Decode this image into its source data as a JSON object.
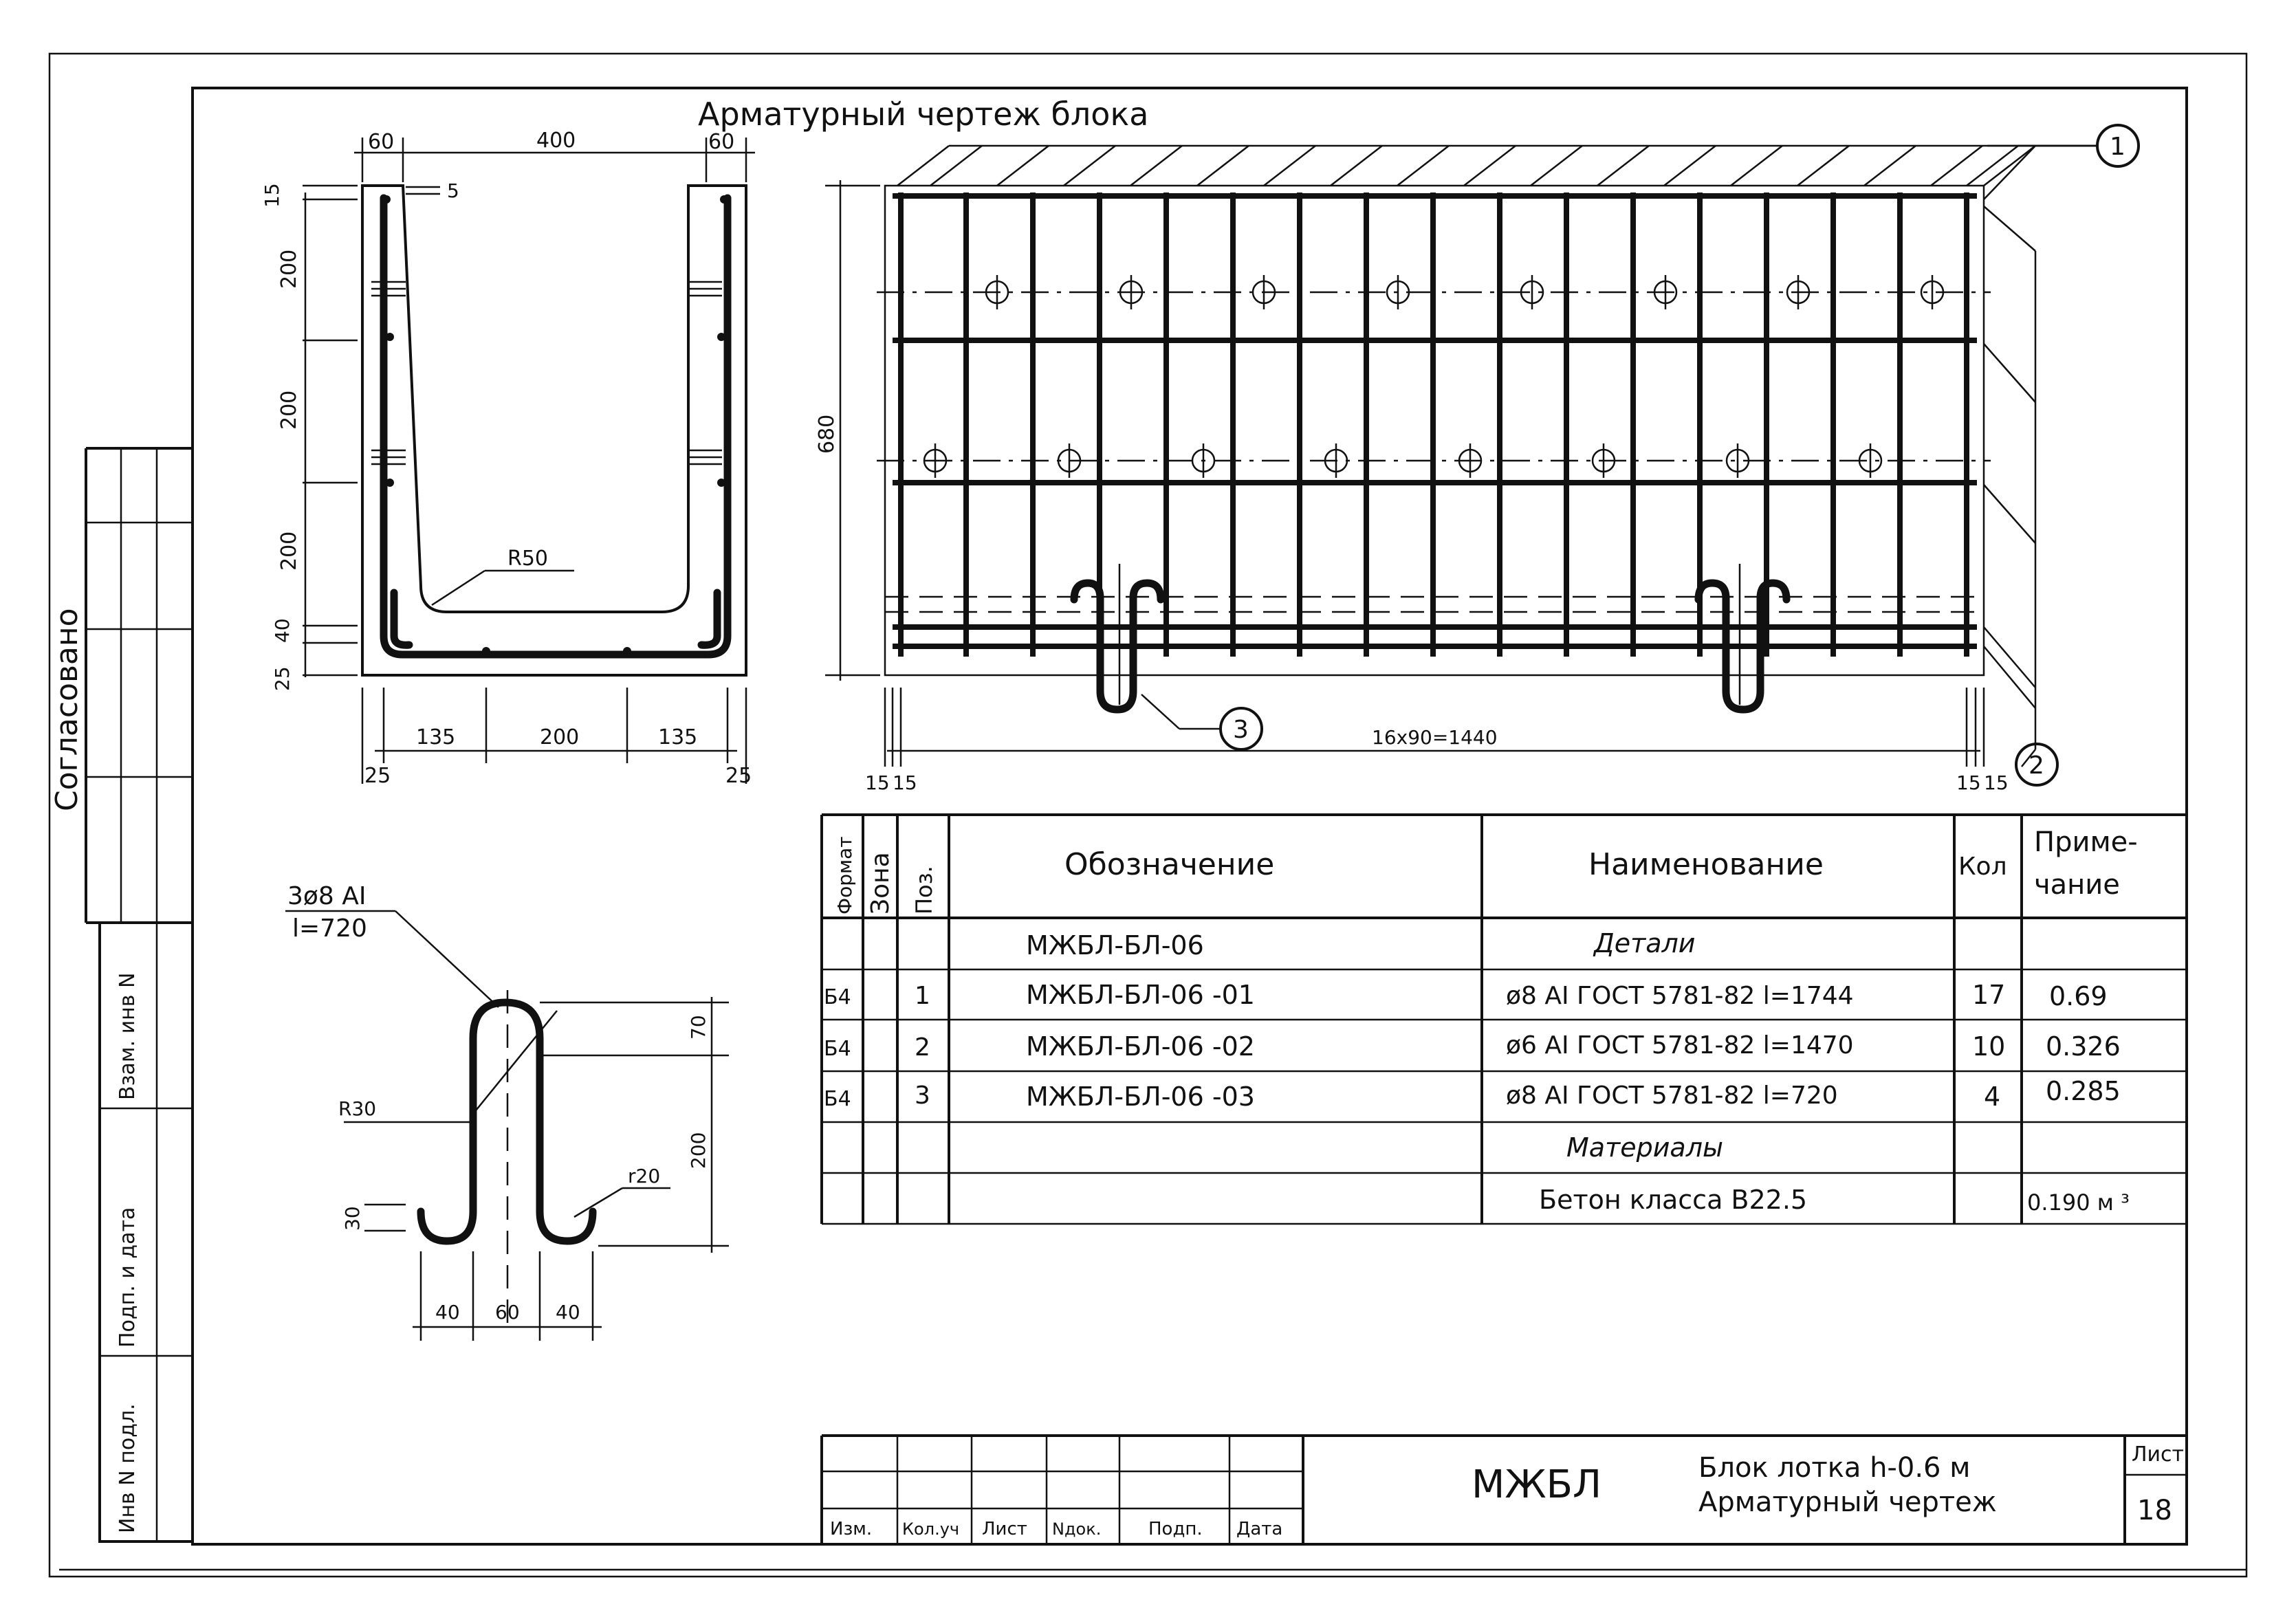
{
  "drawing_title": "Арматурный чертеж блока",
  "side_stamp": {
    "agreed": "Согласовано",
    "rows": [
      "Взам. инв N",
      "Подп. и дата",
      "Инв N подл."
    ]
  },
  "section": {
    "dims_top": [
      "60",
      "400",
      "60"
    ],
    "dim_cover": "5",
    "dims_left": [
      "15",
      "200",
      "200",
      "200",
      "40",
      "25"
    ],
    "radius": "R50",
    "dims_bottom": [
      "135",
      "200",
      "135"
    ],
    "dims_bottom_edge": [
      "25",
      "25"
    ]
  },
  "elevation": {
    "height": "680",
    "spacing": "16x90=1440",
    "edge_dims_left": [
      "15",
      "15"
    ],
    "edge_dims_right": [
      "15",
      "15"
    ],
    "callouts": [
      "1",
      "2",
      "3"
    ]
  },
  "loop_detail": {
    "label_line1": "3ø8 AI",
    "label_line2": "l=720",
    "r_outer": "R30",
    "r_inner": "r20",
    "dim_top": "70",
    "dim_height": "200",
    "dim_leg": "30",
    "dims_bottom": [
      "40",
      "60",
      "40"
    ]
  },
  "spec_table": {
    "headers": {
      "format": "Формат",
      "zone": "Зона",
      "pos": "Поз.",
      "designation": "Обозначение",
      "name": "Наименование",
      "qty": "Кол",
      "note_line1": "Приме-",
      "note_line2": "чание"
    },
    "rows": [
      {
        "format": "",
        "pos": "",
        "designation": "МЖБЛ-БЛ-06",
        "name": "Детали",
        "qty": "",
        "note": ""
      },
      {
        "format": "Б4",
        "pos": "1",
        "designation": "МЖБЛ-БЛ-06   -01",
        "name": "ø8 AI ГОСТ 5781-82 l=1744",
        "qty": "17",
        "note": "0.69"
      },
      {
        "format": "Б4",
        "pos": "2",
        "designation": "МЖБЛ-БЛ-06   -02",
        "name": "ø6 AI ГОСТ 5781-82 l=1470",
        "qty": "10",
        "note": "0.326"
      },
      {
        "format": "Б4",
        "pos": "3",
        "designation": "МЖБЛ-БЛ-06  -03",
        "name": "ø8 AI ГОСТ 5781-82 l=720",
        "qty": "4",
        "note": "0.285"
      },
      {
        "format": "",
        "pos": "",
        "designation": "",
        "name": "Материалы",
        "qty": "",
        "note": ""
      },
      {
        "format": "",
        "pos": "",
        "designation": "",
        "name": "Бетон класса B22.5",
        "qty": "",
        "note": "0.190 м ³"
      }
    ]
  },
  "title_block": {
    "columns": [
      "Изм.",
      "Кол.уч",
      "Лист",
      "Nдок.",
      "Подп.",
      "Дата"
    ],
    "code": "МЖБЛ",
    "title_line1": "Блок лотка h-0.6 м",
    "title_line2": "Арматурный чертеж",
    "sheet_label": "Лист",
    "sheet_number": "18"
  }
}
